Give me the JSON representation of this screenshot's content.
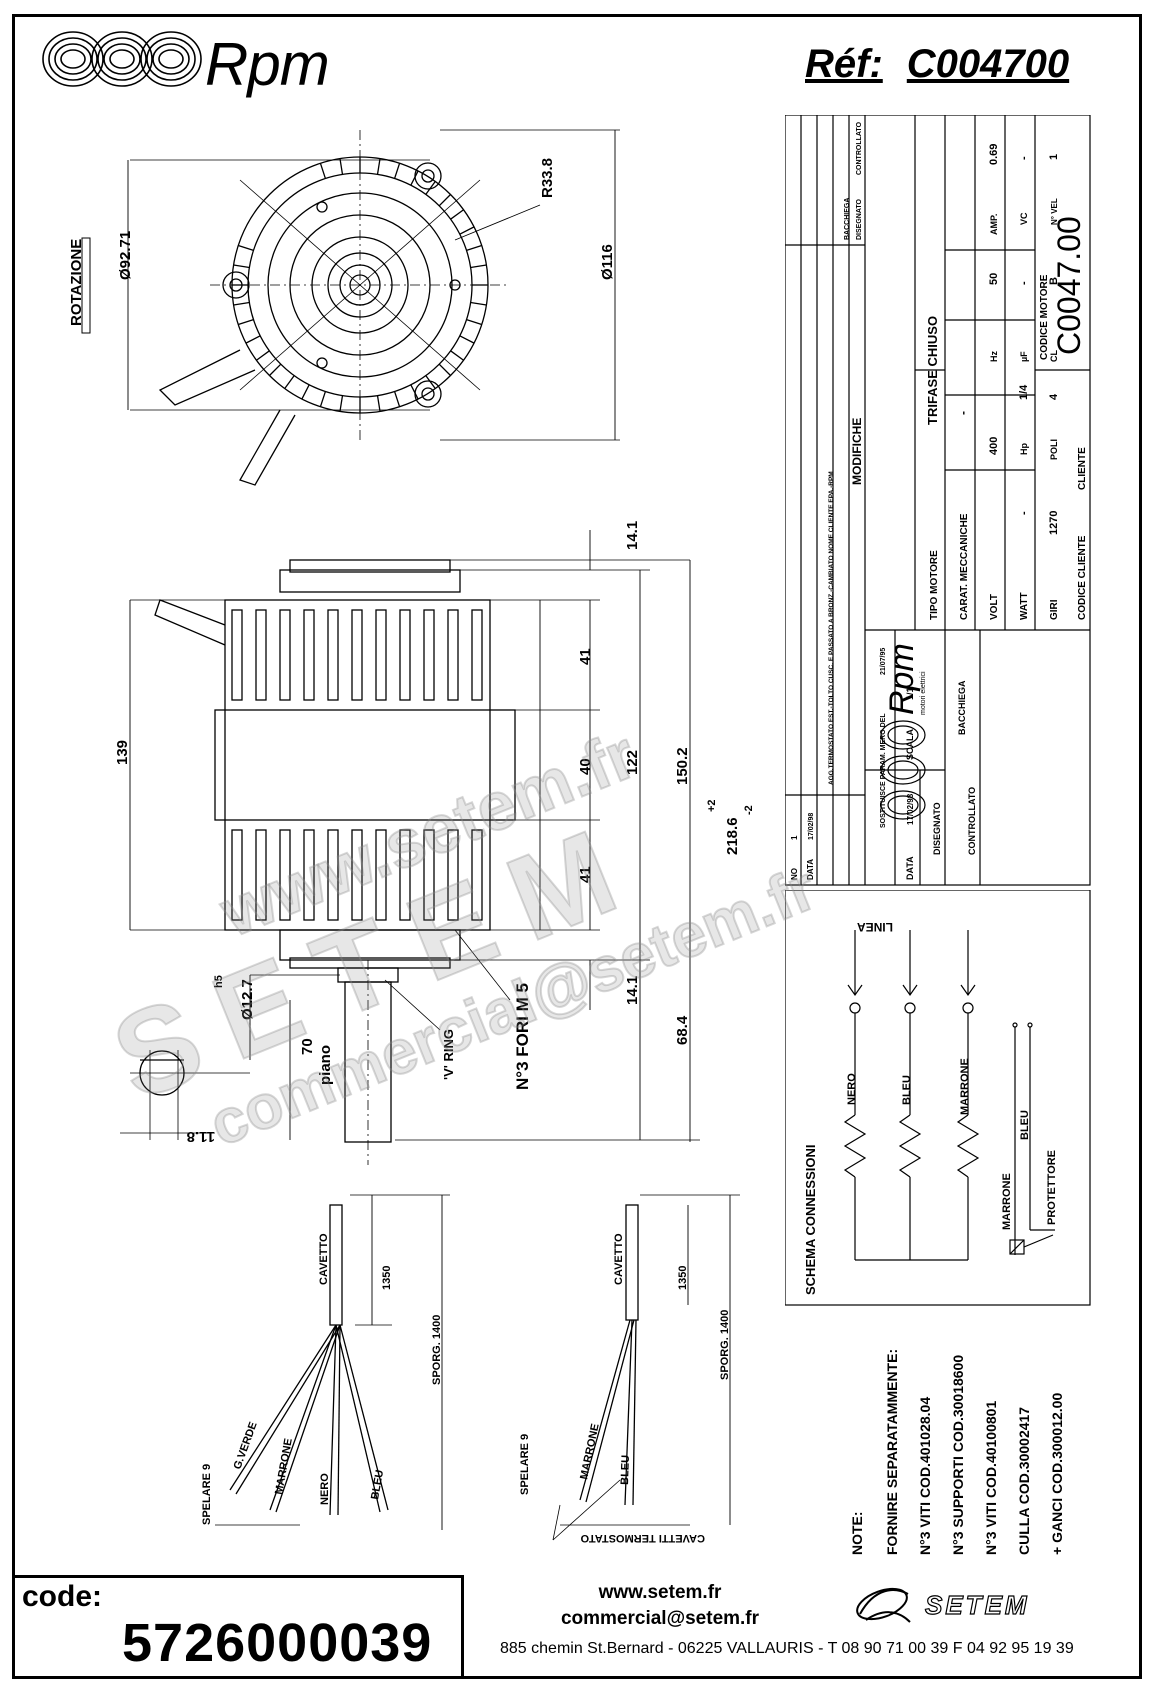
{
  "header": {
    "brand": "Rpm",
    "ref_label": "Réf:",
    "ref_value": "C004700"
  },
  "drawing": {
    "rotation_label": "ROTAZIONE",
    "front_view": {
      "dim_radius": "R33.8",
      "dim_inner_dia": "Ø92.71",
      "dim_outer_dia": "Ø116"
    },
    "side_view": {
      "dim_top_gap": "14.1",
      "dim_41_top": "41",
      "dim_40": "40",
      "dim_41_bottom": "41",
      "dim_122": "122",
      "dim_150": "150.2",
      "dim_218": "218.6",
      "dim_218_tol_plus": "+2",
      "dim_218_tol_minus": "-2",
      "dim_139": "139",
      "dim_bottom_gap": "14.1",
      "dim_68": "68.4",
      "dim_70": "70",
      "dim_shaft": "Ø12.7",
      "dim_shaft_tol": "h5",
      "dim_flat": "11.8",
      "label_piano": "piano",
      "label_vring": "'V' RING",
      "label_fori": "N°3 FORI M 5"
    },
    "cable_left": {
      "cavetto": "CAVETTO",
      "dim_1350": "1350",
      "sporg": "SPORG. 1400",
      "spelare": "SPELARE 9",
      "wires": [
        "G.VERDE",
        "MARRONE",
        "NERO",
        "BLEU"
      ]
    },
    "cable_right": {
      "cavetto": "CAVETTO",
      "dim_1350": "1350",
      "sporg": "SPORG. 1400",
      "spelare": "SPELARE 9",
      "wires": [
        "MARRONE",
        "BLEU"
      ],
      "termostato": "CAVETTI TERMOSTATO"
    }
  },
  "title_block": {
    "revision_no": "1",
    "revision_date": "17/02/98",
    "revision_text": "AGG.TERMOSTATO EST.-TOLTO CUSC. E PASSATO A BRONZ.-CAMBIATO NOME CLIENTE EPA.-RPM",
    "col_no": "NO",
    "col_data": "DATA",
    "col_modifiche": "MODIFICHE",
    "col_disegnato": "DISEGNATO",
    "col_controllato": "CONTROLLATO",
    "rev_disegnato": "BACCHIEGA",
    "logo_text": "Rpm",
    "logo_sub": "motori elettrici",
    "sostituisce": "SOSTITUISCE PARAM. MERO DEL",
    "sostituisce_date": "21/07/95",
    "data_label": "DATA",
    "data_value": "17/02/98",
    "scala_label": "SCALA",
    "scala_value": "1/1",
    "disegnato_label": "DISEGNATO",
    "disegnato_value": "BACCHIEGA",
    "controllato_label": "CONTROLLATO",
    "tipo_motore_label": "TIPO MOTORE",
    "tipo_motore_value": "TRIFASE CHIUSO",
    "carat_label": "CARAT. MECCANICHE",
    "carat_value": "-",
    "electrical": [
      {
        "label": "VOLT",
        "value": "400",
        "label2": "Hz",
        "value2": "50",
        "label3": "AMP.",
        "value3": "0.69"
      },
      {
        "label": "WATT",
        "value": "-",
        "label2": "Hp",
        "value2": "1/4",
        "label3": "µF",
        "value3": "-",
        "label4": "VC",
        "value4": "-"
      },
      {
        "label": "GIRI",
        "value": "1270",
        "label2": "POLI",
        "value2": "4",
        "label3": "CL",
        "value3": "B",
        "label4": "N° VEL",
        "value4": "1"
      }
    ],
    "cliente_label": "CLIENTE",
    "codice_cliente_label": "CODICE CLIENTE",
    "codice_motore_label": "CODICE MOTORE",
    "codice_motore_value": "C0047.00"
  },
  "schema": {
    "title": "SCHEMA CONNESSIONI",
    "linea": "LINEA",
    "wires": [
      "NERO",
      "BLEU",
      "MARRONE"
    ],
    "protettore_wires": [
      "MARRONE",
      "BLEU"
    ],
    "protettore": "PROTETTORE"
  },
  "notes": {
    "title": "NOTE:",
    "lines": [
      "FORNIRE SEPARATAMMENTE:",
      "N°3 VITI COD.401028.04",
      "N°3 SUPPORTI COD.30018600",
      "N°3 VITI COD.40100801",
      "CULLA COD.30002417",
      "+ GANCI COD.300012.00"
    ]
  },
  "footer": {
    "code_label": "code:",
    "code_value": "5726000039",
    "website": "www.setem.fr",
    "email": "commercial@setem.fr",
    "address": "885 chemin St.Bernard  -  06225 VALLAURIS  -  T 08 90 71 00 39   F 04 92 95 19 39",
    "setem_logo": "SETEM"
  },
  "watermark": {
    "line1": "www.setem.fr",
    "line2": "SETEM",
    "line3": "commercial@setem.fr"
  }
}
